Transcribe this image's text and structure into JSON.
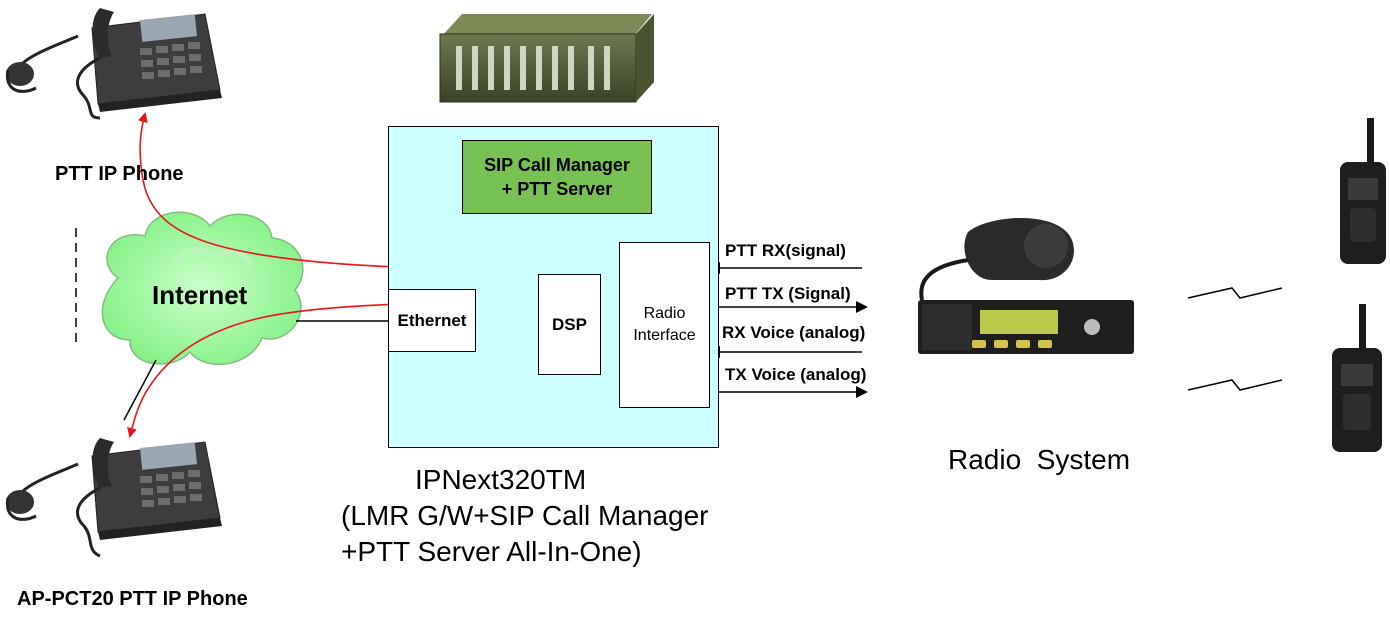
{
  "labels": {
    "ptt_ip_phone": "PTT IP Phone",
    "ap_pct20_phone": "AP-PCT20 PTT IP Phone",
    "internet": "Internet",
    "sip_call_manager_line1": "SIP Call Manager",
    "sip_call_manager_line2": "+ PTT Server",
    "ethernet": "Ethernet",
    "dsp": "DSP",
    "radio_interface_line1": "Radio",
    "radio_interface_line2": "Interface",
    "ptt_rx": "PTT RX(signal)",
    "ptt_tx": "PTT TX (Signal)",
    "rx_voice": "RX Voice (analog)",
    "tx_voice": "TX Voice (analog)",
    "radio_system": "Radio  System",
    "gateway_caption_line1": "IPNext320TM",
    "gateway_caption_line2": "(LMR G/W+SIP Call Manager",
    "gateway_caption_line3": "+PTT Server All-In-One)"
  },
  "colors": {
    "gateway_box": "#ccffff",
    "sip_box": "#77c155",
    "cloud": "#99ff99",
    "red_path": "#e8141a"
  }
}
